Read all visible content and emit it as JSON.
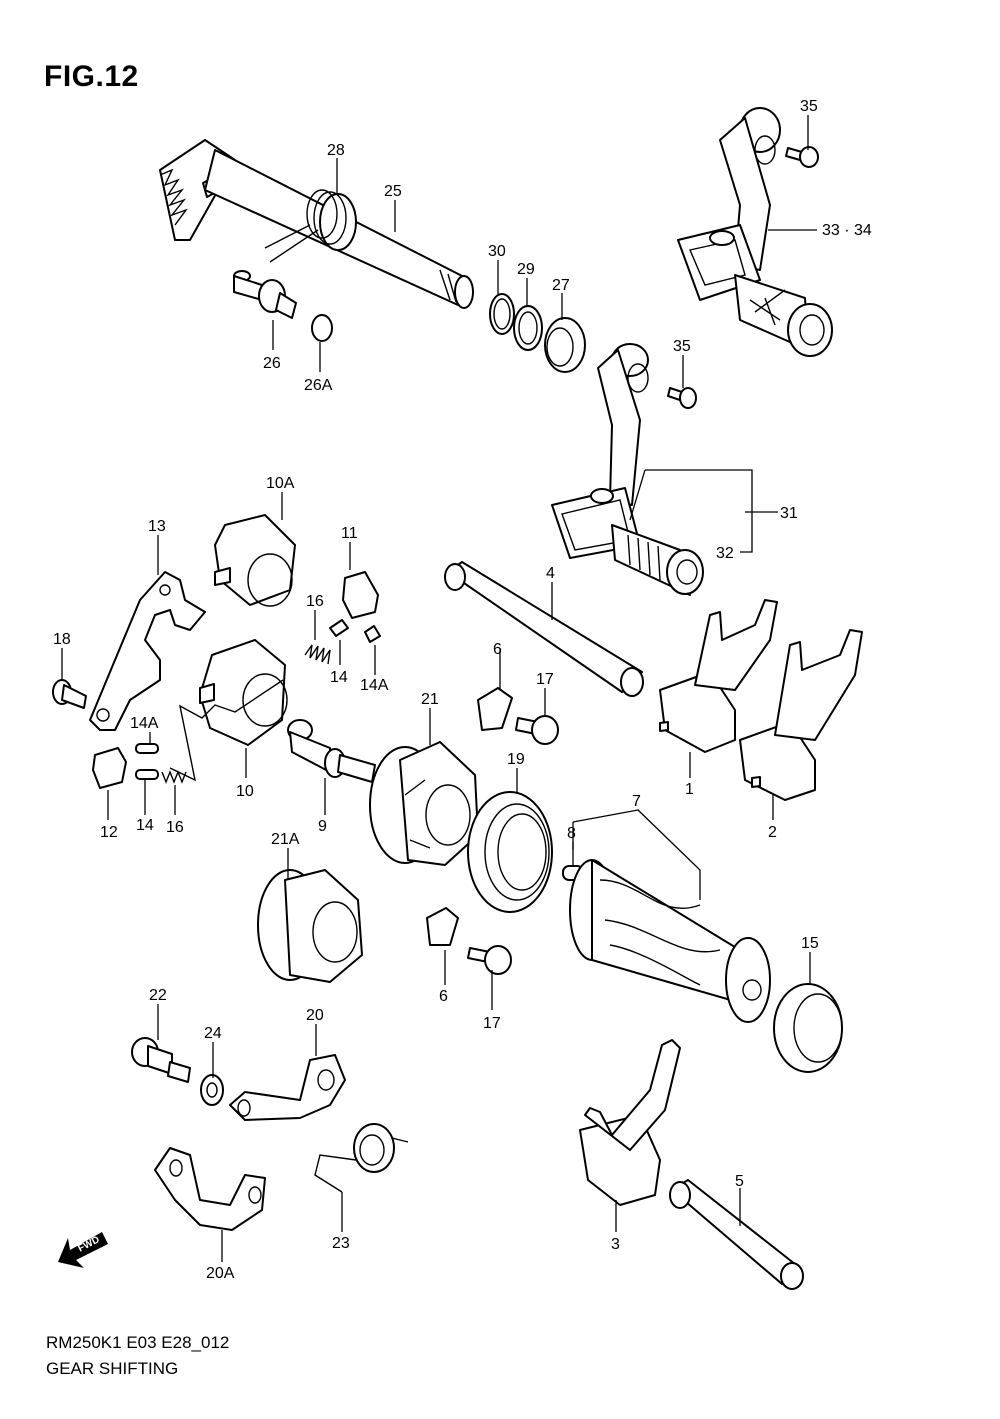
{
  "figure": {
    "title": "FIG.12",
    "code": "RM250K1 E03 E28_012",
    "name": "GEAR SHIFTING",
    "fwd_label": "FWD"
  },
  "callouts": {
    "c35a": "35",
    "c3334": "33 · 34",
    "c28": "28",
    "c25": "25",
    "c30": "30",
    "c29": "29",
    "c27": "27",
    "c26": "26",
    "c26a": "26A",
    "c35b": "35",
    "c31": "31",
    "c32": "32",
    "c10a": "10A",
    "c13": "13",
    "c11": "11",
    "c16a": "16",
    "c14a": "14",
    "c14a_a": "14A",
    "c18": "18",
    "c4": "4",
    "c6a": "6",
    "c17a": "17",
    "c21": "21",
    "c19": "19",
    "c14a_b": "14A",
    "c12": "12",
    "c14b": "14",
    "c16b": "16",
    "c10": "10",
    "c9": "9",
    "c1": "1",
    "c2": "2",
    "c7": "7",
    "c8": "8",
    "c21a": "21A",
    "c6b": "6",
    "c17b": "17",
    "c15": "15",
    "c22": "22",
    "c24": "24",
    "c20": "20",
    "c23": "23",
    "c20a": "20A",
    "c3": "3",
    "c5": "5"
  }
}
